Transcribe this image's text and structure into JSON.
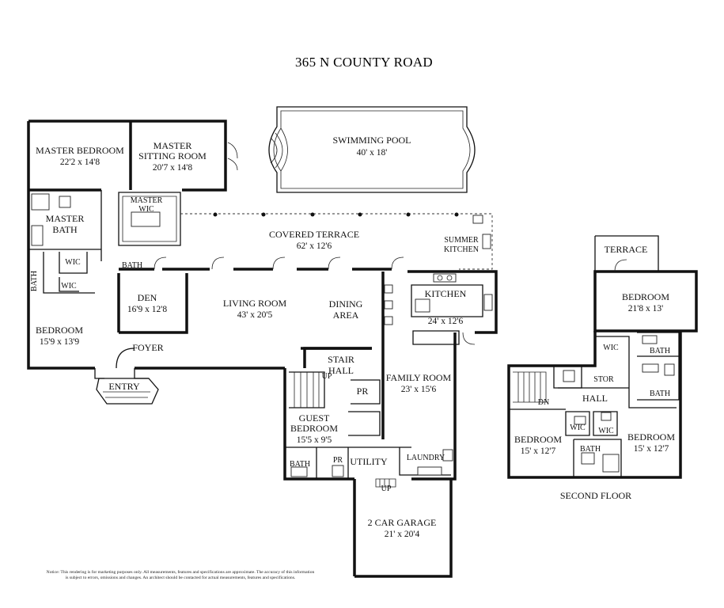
{
  "title": "365 N COUNTY ROAD",
  "rooms": {
    "master_bedroom": {
      "name": "MASTER BEDROOM",
      "dims": "22'2 x 14'8"
    },
    "master_sitting_room": {
      "name1": "MASTER",
      "name2": "SITTING ROOM",
      "dims": "20'7 x 14'8"
    },
    "swimming_pool": {
      "name": "SWIMMING POOL",
      "dims": "40' x 18'"
    },
    "master_wic": {
      "name1": "MASTER",
      "name2": "WIC"
    },
    "master_bath": {
      "name1": "MASTER",
      "name2": "BATH"
    },
    "covered_terrace": {
      "name": "COVERED TERRACE",
      "dims": "62' x 12'6"
    },
    "summer_kitchen": {
      "name1": "SUMMER",
      "name2": "KITCHEN"
    },
    "wic_a": "WIC",
    "wic_b": "WIC",
    "bath_a": "BATH",
    "bath_side": "BATH",
    "den": {
      "name": "DEN",
      "dims": "16'9 x 12'8"
    },
    "living_room": {
      "name": "LIVING ROOM",
      "dims": "43' x 20'5"
    },
    "dining_area": {
      "name1": "DINING",
      "name2": "AREA"
    },
    "kitchen": {
      "name": "KITCHEN",
      "dims": "24' x 12'6"
    },
    "bedroom_1": {
      "name": "BEDROOM",
      "dims": "15'9 x 13'9"
    },
    "foyer": "FOYER",
    "entry": "ENTRY",
    "stair_hall": {
      "name1": "STAIR",
      "name2": "HALL"
    },
    "up_a": "UP",
    "pr_a": "PR",
    "family_room": {
      "name": "FAMILY ROOM",
      "dims": "23' x 15'6"
    },
    "guest_bedroom": {
      "name1": "GUEST",
      "name2": "BEDROOM",
      "dims": "15'5 x 9'5"
    },
    "bath_guest": "BATH",
    "pr_b": "PR",
    "utility": "UTILITY",
    "laundry": "LAUNDRY",
    "up_b": "UP",
    "garage": {
      "name": "2 CAR GARAGE",
      "dims": "21' x 20'4"
    }
  },
  "second_floor": {
    "label": "SECOND FLOOR",
    "terrace": "TERRACE",
    "bedroom_top": {
      "name": "BEDROOM",
      "dims": "21'8 x 13'"
    },
    "wic_top": "WIC",
    "bath_top": "BATH",
    "stor": "STOR",
    "hall": "HALL",
    "dn": "DN",
    "bath_mid": "BATH",
    "bedroom_left": {
      "name": "BEDROOM",
      "dims": "15' x 12'7"
    },
    "wic_l": "WIC",
    "wic_r": "WIC",
    "bath_low": "BATH",
    "bedroom_right": {
      "name": "BEDROOM",
      "dims": "15' x 12'7"
    }
  },
  "notice_line1": "Notice: This rendering is for marketing purposes only. All measurements, features and specifications are approximate. The accuracy of this information",
  "notice_line2": "is subject to errors, omissions and changes. An architect should be contacted for actual measurements, features and specifications."
}
